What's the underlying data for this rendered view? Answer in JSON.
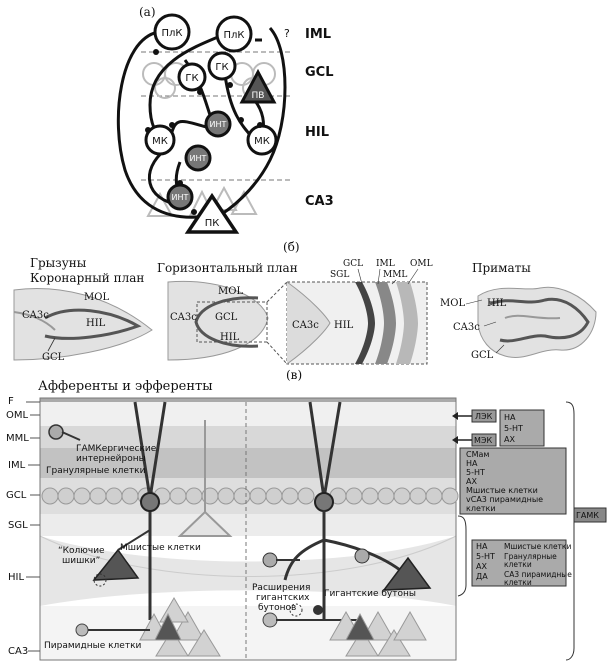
{
  "panel_a": {
    "label": "(а)",
    "layers": [
      "IML",
      "GCL",
      "HIL",
      "CA3"
    ],
    "cells": {
      "plk_1": "ПлК",
      "plk_2": "ПлК",
      "gk_1": "ГК",
      "gk_2": "ГК",
      "pv": "ПВ",
      "mk_1": "МК",
      "mk_2": "МК",
      "int_1": "ИНТ",
      "int_2": "ИНТ",
      "int_3": "ИНТ",
      "pk": "ПК"
    },
    "question_mark": "?"
  },
  "panel_b": {
    "label": "(б)",
    "rodents_title": "Грызуны",
    "coronal_title": "Коронарный план",
    "horizontal_title": "Горизонтальный план",
    "primates_title": "Приматы",
    "coronal_labels": {
      "mol": "MOL",
      "ca3c": "CA3c",
      "hil": "HIL",
      "gcl": "GCL"
    },
    "horizontal_labels": {
      "mol": "MOL",
      "gcl": "GCL",
      "ca3c": "CA3c",
      "hil": "HIL"
    },
    "zoom_labels": {
      "sgl": "SGL",
      "gcl": "GCL",
      "iml": "IML",
      "mml": "MML",
      "oml": "OML",
      "ca3c": "CA3c",
      "hil": "HIL"
    },
    "primate_labels": {
      "mol": "MOL",
      "hil": "HIL",
      "ca3c": "CA3c",
      "gcl": "GCL"
    }
  },
  "panel_c": {
    "label": "(в)",
    "title": "Афференты и эфференты",
    "layers": [
      "F",
      "OML",
      "MML",
      "IML",
      "GCL",
      "SGL",
      "HIL",
      "CA3"
    ],
    "gaba_label_line1": "ГАМКергические",
    "gaba_label_line2": "интернейроны",
    "granule_label": "Гранулярные клетки",
    "thorny_label_line1": "“Колючие",
    "thorny_label_line2": "шишки”",
    "mossy_label": "Мшистые клетки",
    "pyramidal_label": "Пирамидные клетки",
    "expansion_line1": "Расширения",
    "expansion_line2": "гигантских",
    "expansion_line3": "бутонов",
    "giant_boutons": "Гигантские бутоны",
    "lek": "ЛЭК",
    "mek": "МЭК",
    "ec_inputs": [
      "НА",
      "5-НТ",
      "АХ"
    ],
    "iml_inputs": [
      "СМам",
      "НА",
      "5-НТ",
      "АХ",
      "Мшистые клетки",
      "vCA3 пирамидные",
      "клетки"
    ],
    "hil_inputs": [
      "НА",
      "5-НТ",
      "АХ",
      "ДА"
    ],
    "hil_targets": [
      "Мшистые клетки",
      "Гранулярные",
      "клетки",
      "CA3 пирамидные",
      "клетки"
    ],
    "gamk": "ГАМК"
  }
}
